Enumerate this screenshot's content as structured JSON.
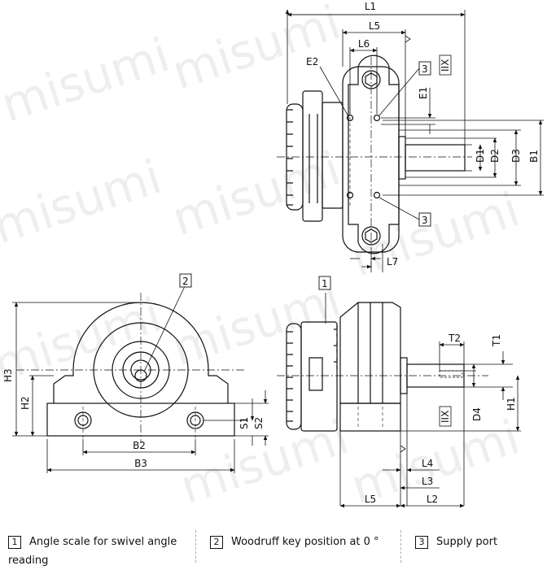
{
  "watermark": "misumi",
  "dimensions": {
    "L1": "L1",
    "L2": "L2",
    "L3": "L3",
    "L4": "L4",
    "L5": "L5",
    "L6": "L6",
    "L7": "L7",
    "E1": "E1",
    "E2": "E2",
    "D1": "D1",
    "D2": "D2",
    "D3": "D3",
    "D4": "D4",
    "B1": "B1",
    "B2": "B2",
    "B3": "B3",
    "H1": "H1",
    "H2": "H2",
    "H3": "H3",
    "S1": "S1",
    "S2": "S2",
    "T1": "T1",
    "T2": "T2"
  },
  "callouts": {
    "c1": "1",
    "c2": "2",
    "c3": "3"
  },
  "datum_symbol": "IIX",
  "legend": [
    {
      "num": "1",
      "text": "Angle scale for swivel angle reading"
    },
    {
      "num": "2",
      "text": "Woodruff key position at 0 °"
    },
    {
      "num": "3",
      "text": "Supply port"
    }
  ]
}
